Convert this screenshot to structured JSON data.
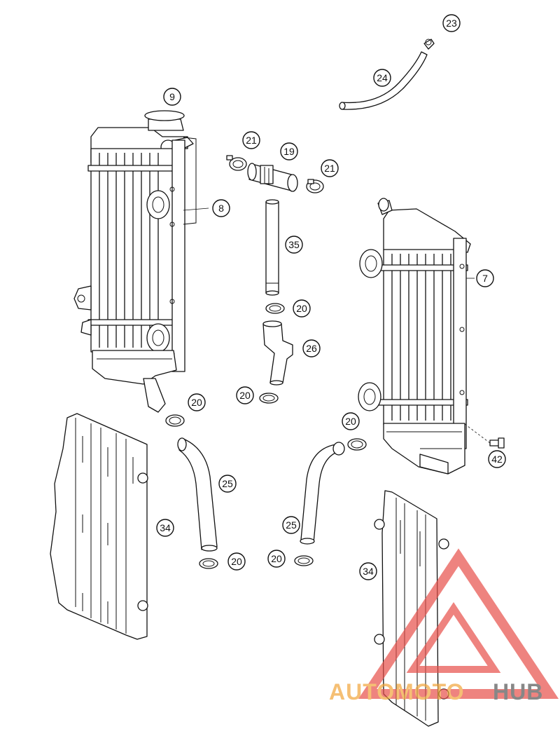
{
  "callouts": [
    "9",
    "8",
    "21",
    "19",
    "21",
    "35",
    "20",
    "26",
    "20",
    "20",
    "25",
    "25",
    "20",
    "20",
    "20",
    "23",
    "24",
    "7",
    "42",
    "34",
    "34"
  ],
  "watermark": {
    "part1": "AUTOMOTO",
    "part2": "HUB",
    "color_primary": "#e8504a",
    "color_secondary": "#f2a53a",
    "color_dark": "#555555"
  }
}
